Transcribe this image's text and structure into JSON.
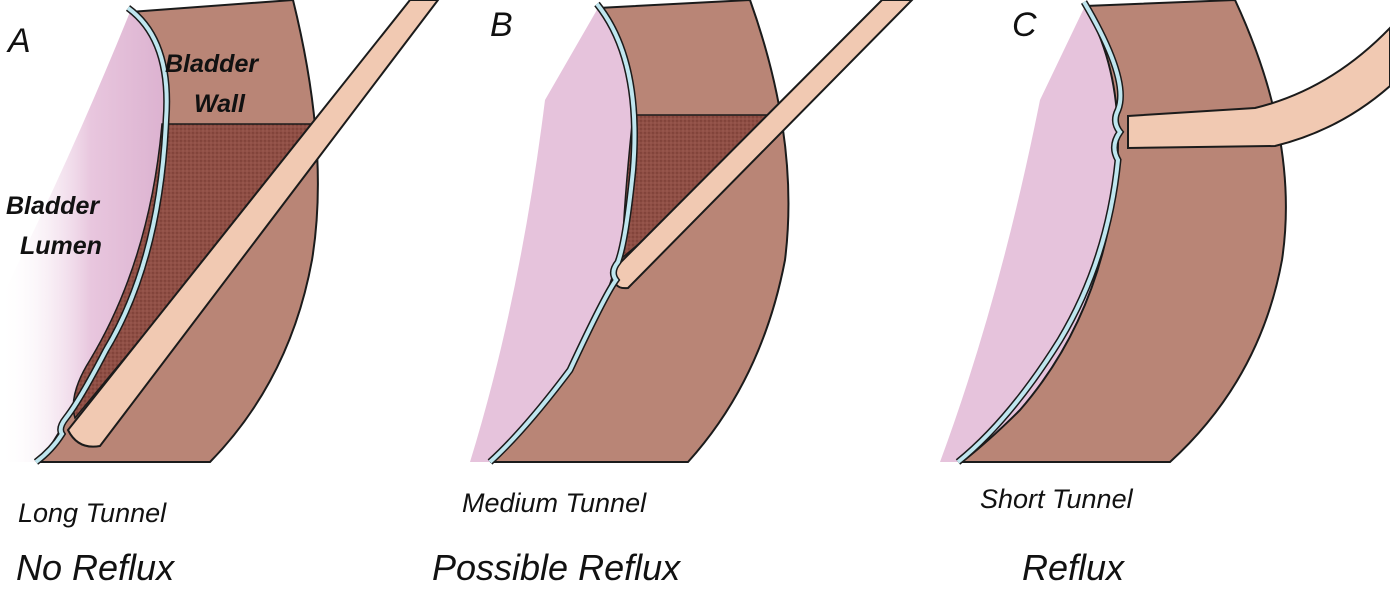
{
  "panels": [
    {
      "letter": "A",
      "tunnel_label": "Long Tunnel",
      "outcome_label": "No Reflux",
      "region_labels": {
        "wall": [
          "Bladder",
          "Wall"
        ],
        "lumen": [
          "Bladder",
          "Lumen"
        ]
      }
    },
    {
      "letter": "B",
      "tunnel_label": "Medium Tunnel",
      "outcome_label": "Possible Reflux"
    },
    {
      "letter": "C",
      "tunnel_label": "Short Tunnel",
      "outcome_label": "Reflux"
    }
  ],
  "colors": {
    "lumen": "#e6c3dc",
    "wall": "#b98576",
    "tunnel": "#8f4f45",
    "ureter": "#f1c9b2",
    "mucosa": "#bfe6ef",
    "outline": "#1b1b1b"
  }
}
